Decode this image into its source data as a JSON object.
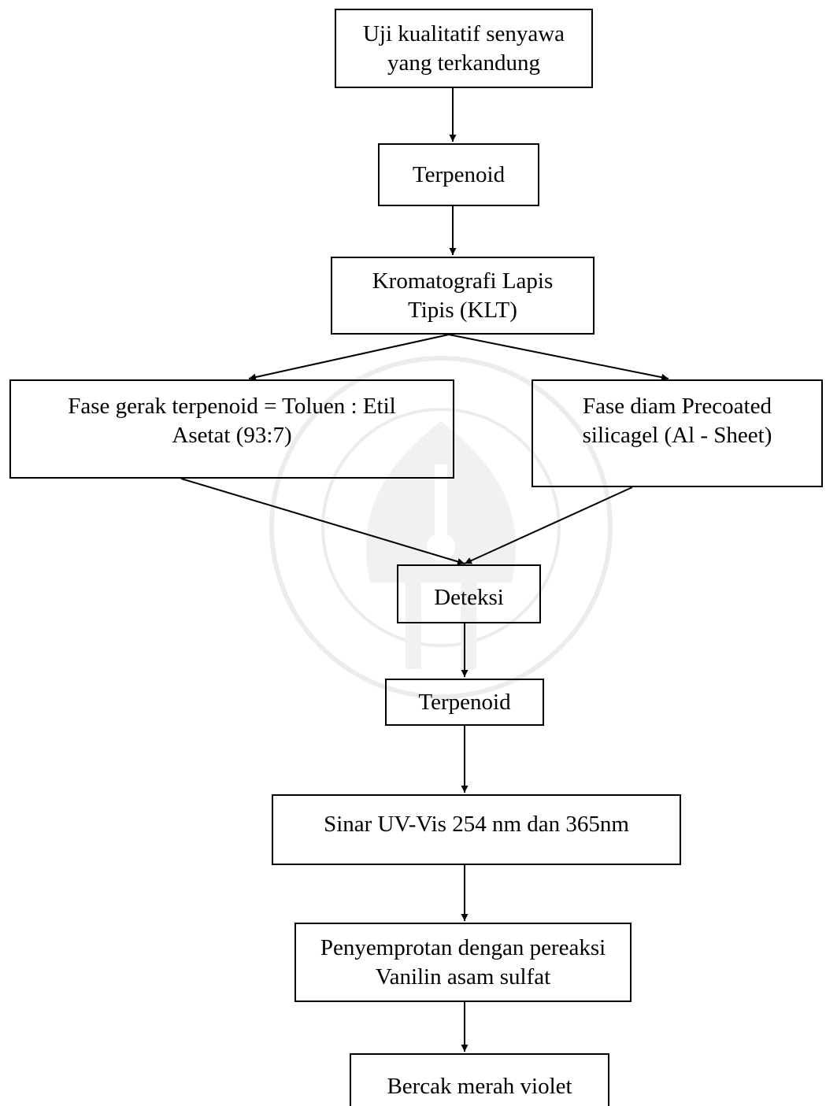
{
  "diagram": {
    "nodes": {
      "uji": "Uji kualitatif senyawa\nyang terkandung",
      "terpenoid_1": "Terpenoid",
      "klt": "Kromatografi Lapis\nTipis (KLT)",
      "fase_gerak": "Fase gerak terpenoid = Toluen : Etil\nAsetat (93:7)",
      "fase_diam": "Fase diam Precoated\nsilicagel (Al - Sheet)",
      "deteksi": "Deteksi",
      "terpenoid_2": "Terpenoid",
      "sinar": "Sinar UV-Vis  254 nm dan 365nm",
      "penyemprotan": "Penyemprotan dengan pereaksi\nVanilin asam sulfat",
      "bercak": "Bercak merah violet"
    },
    "edges": [
      {
        "from": "uji",
        "to": "terpenoid_1"
      },
      {
        "from": "terpenoid_1",
        "to": "klt"
      },
      {
        "from": "klt",
        "to": "fase_gerak"
      },
      {
        "from": "klt",
        "to": "fase_diam"
      },
      {
        "from": "fase_gerak",
        "to": "deteksi"
      },
      {
        "from": "fase_diam",
        "to": "deteksi"
      },
      {
        "from": "deteksi",
        "to": "terpenoid_2"
      },
      {
        "from": "terpenoid_2",
        "to": "sinar"
      },
      {
        "from": "sinar",
        "to": "penyemprotan"
      },
      {
        "from": "penyemprotan",
        "to": "bercak"
      }
    ]
  },
  "colors": {
    "line": "#000000",
    "text": "#000000",
    "watermark": "#9a9a9a"
  }
}
